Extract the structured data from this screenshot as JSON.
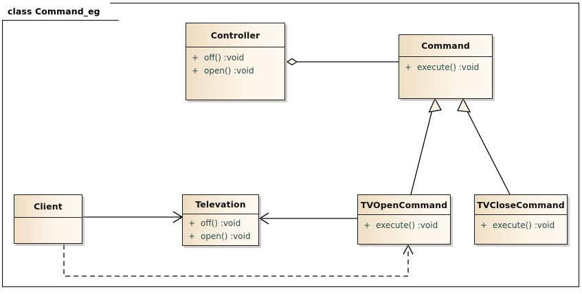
{
  "diagram": {
    "frame_title": "class Command_eg",
    "background_color": "#ffffff",
    "border_color": "#000000",
    "class_fill_color": "#fbf2e4",
    "class_header_color": "#f2e4cb",
    "member_text_color": "#2b4c47"
  },
  "classes": [
    {
      "id": "controller",
      "name": "Controller",
      "members": [
        {
          "visibility": "+",
          "signature": "off()  :void"
        },
        {
          "visibility": "+",
          "signature": "open()  :void"
        }
      ]
    },
    {
      "id": "command",
      "name": "Command",
      "members": [
        {
          "visibility": "+",
          "signature": "execute()  :void"
        }
      ]
    },
    {
      "id": "client",
      "name": "Client",
      "members": []
    },
    {
      "id": "televation",
      "name": "Televation",
      "members": [
        {
          "visibility": "+",
          "signature": "off()  :void"
        },
        {
          "visibility": "+",
          "signature": "open()  :void"
        }
      ]
    },
    {
      "id": "tvopencommand",
      "name": "TVOpenCommand",
      "members": [
        {
          "visibility": "+",
          "signature": "execute()  :void"
        }
      ]
    },
    {
      "id": "tvclosecommand",
      "name": "TVCloseCommand",
      "members": [
        {
          "visibility": "+",
          "signature": "execute()  :void"
        }
      ]
    }
  ],
  "relationships": [
    {
      "id": "controller-command",
      "type": "aggregation",
      "from": "Controller",
      "to": "Command",
      "label": ""
    },
    {
      "id": "tvopencommand-command",
      "type": "generalization",
      "from": "TVOpenCommand",
      "to": "Command",
      "label": ""
    },
    {
      "id": "tvclosecommand-command",
      "type": "generalization",
      "from": "TVCloseCommand",
      "to": "Command",
      "label": ""
    },
    {
      "id": "client-televation",
      "type": "association",
      "from": "Client",
      "to": "Televation",
      "label": ""
    },
    {
      "id": "tvopencommand-televation",
      "type": "association",
      "from": "TVOpenCommand",
      "to": "Televation",
      "label": ""
    },
    {
      "id": "client-tvopencommand",
      "type": "dependency",
      "from": "Client",
      "to": "TVOpenCommand",
      "label": ""
    }
  ]
}
